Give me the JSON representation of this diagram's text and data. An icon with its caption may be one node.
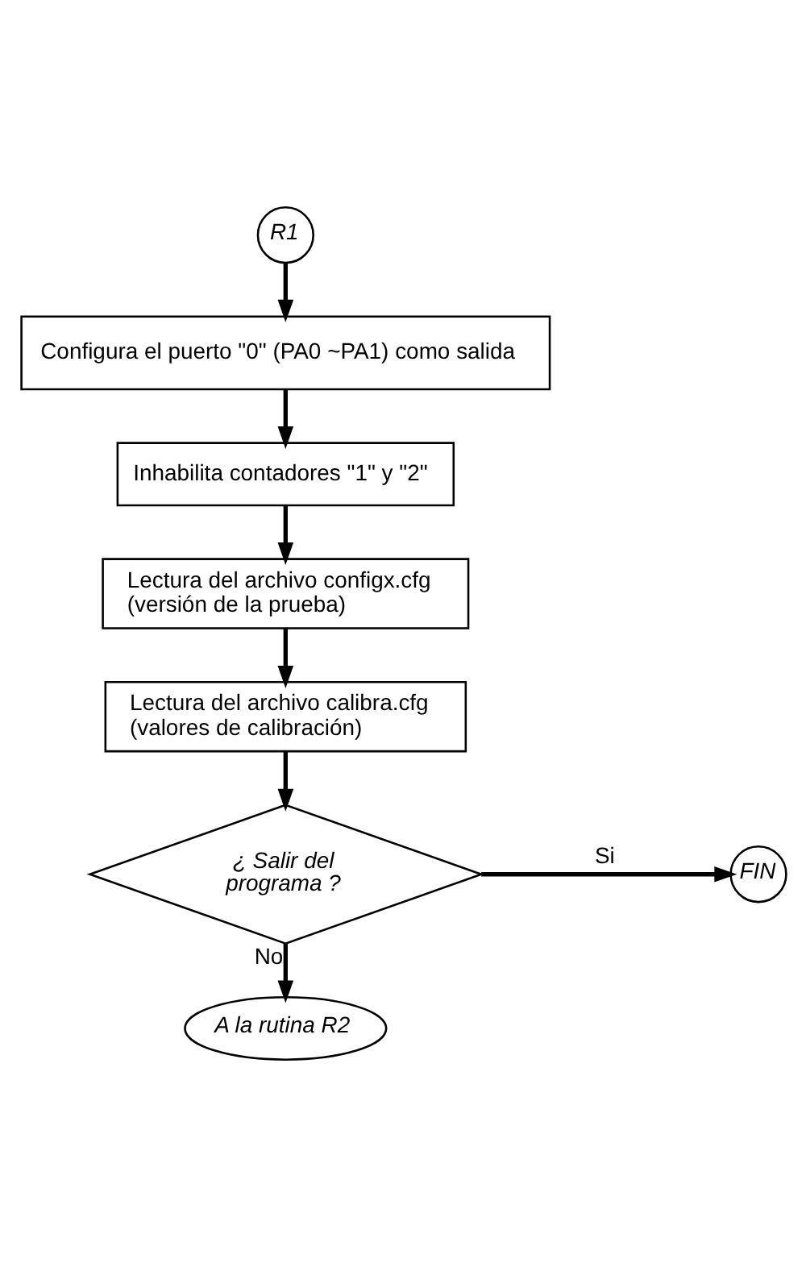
{
  "diagram": {
    "nodes": [
      {
        "text": [
          "R1"
        ]
      },
      {
        "text": [
          "Configura el puerto \"0\" (PA0 ~PA1) como salida"
        ]
      },
      {
        "text": [
          "Inhabilita contadores \"1\" y \"2\""
        ]
      },
      {
        "text": [
          "Lectura del archivo configx.cfg",
          "(versión de la prueba)"
        ]
      },
      {
        "text": [
          "Lectura del archivo calibra.cfg",
          "(valores de calibración)"
        ]
      },
      {
        "text": [
          "¿ Salir del programa ?"
        ]
      },
      {
        "text": [
          "FIN"
        ]
      },
      {
        "text": [
          "A la rutina R2"
        ]
      }
    ],
    "edges": [
      {
        "from": 0,
        "to": 1,
        "arrow": "to"
      },
      {
        "from": 1,
        "to": 2,
        "arrow": "to"
      },
      {
        "from": 2,
        "to": 3,
        "arrow": "to"
      },
      {
        "from": 3,
        "to": 4,
        "arrow": "to"
      },
      {
        "from": 4,
        "to": 5,
        "arrow": "to"
      },
      {
        "from": 5,
        "to": 6,
        "arrow": "to",
        "label": "Si"
      },
      {
        "from": 5,
        "to": 7,
        "arrow": "to",
        "label": "No"
      }
    ]
  }
}
